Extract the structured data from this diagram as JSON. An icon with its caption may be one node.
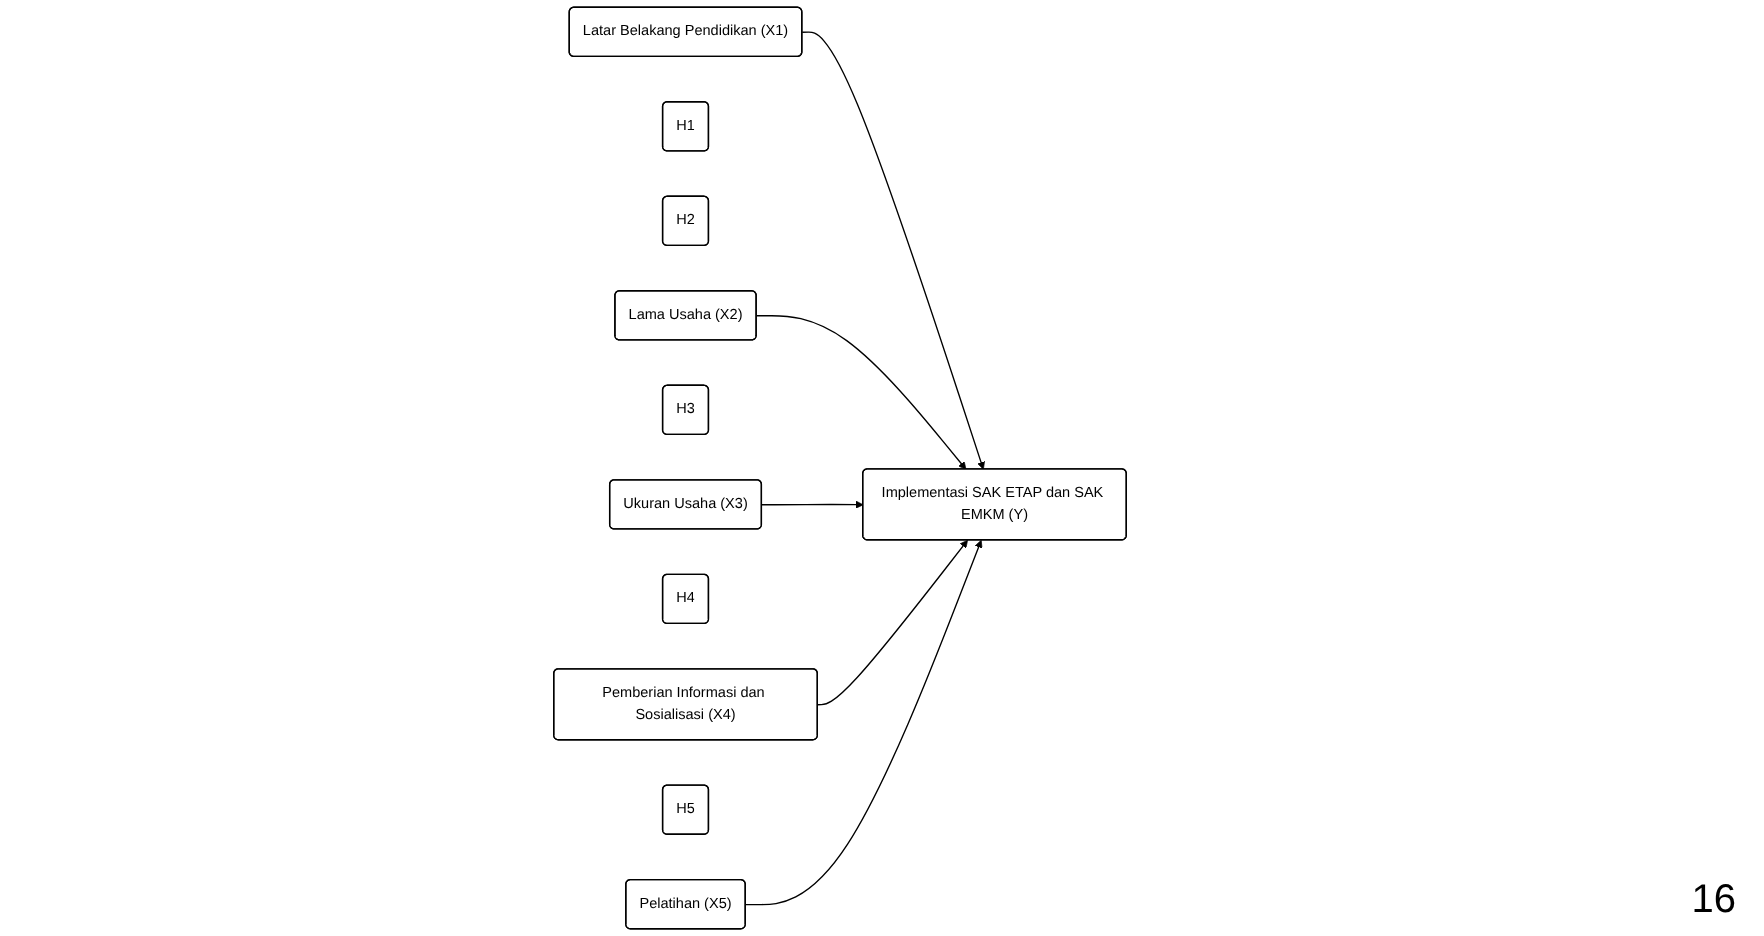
{
  "diagram": {
    "nodes": [
      {
        "text": [
          "Latar Belakang Pendidikan (X1)"
        ]
      },
      {
        "text": [
          "H1"
        ]
      },
      {
        "text": [
          "H2"
        ]
      },
      {
        "text": [
          "Implementasi SAK ETAP dan SAK EMKM (Y)"
        ]
      },
      {
        "text": [
          "Lama Usaha (X2)"
        ]
      },
      {
        "text": [
          "H3"
        ]
      },
      {
        "text": [
          "Ukuran Usaha (X3)"
        ]
      },
      {
        "text": [
          "H4"
        ]
      },
      {
        "text": [
          "Pemberian Informasi dan Sosialisasi (X4)"
        ]
      },
      {
        "text": [
          "H5"
        ]
      },
      {
        "text": [
          "Pelatihan (X5)"
        ]
      }
    ],
    "edges": [
      {
        "from": 0,
        "to": 3,
        "arrow": "to"
      },
      {
        "from": 4,
        "to": 3,
        "arrow": "to"
      },
      {
        "from": 6,
        "to": 3,
        "arrow": "to"
      },
      {
        "from": 8,
        "to": 3,
        "arrow": "to"
      },
      {
        "from": 10,
        "to": 3,
        "arrow": "to"
      }
    ],
    "labels": [
      "16"
    ]
  }
}
